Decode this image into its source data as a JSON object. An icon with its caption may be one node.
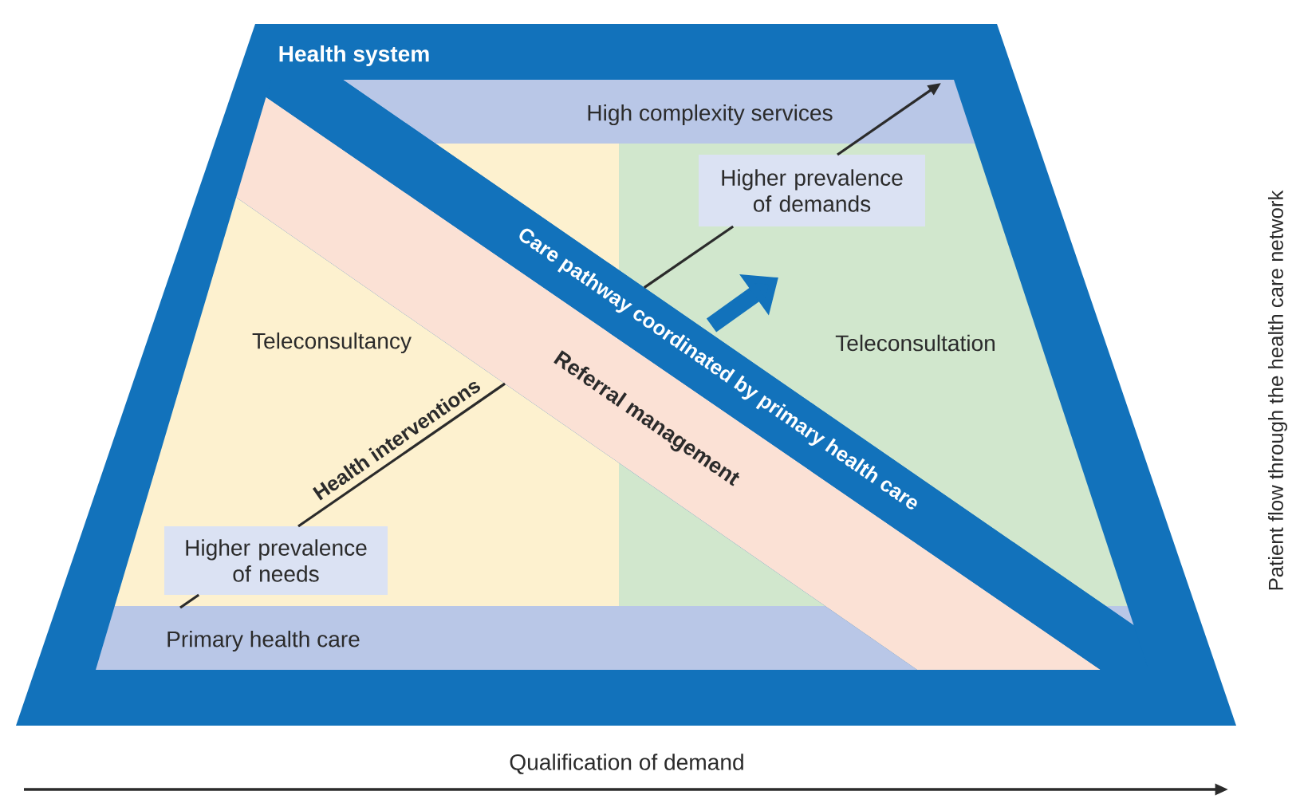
{
  "diagram": {
    "nodes": [
      {
        "text": [
          "Health system"
        ]
      },
      {
        "text": [
          "High complexity services"
        ],
        "in": 0
      },
      {
        "text": [
          "Teleconsultancy"
        ],
        "in": 0
      },
      {
        "text": [
          "Teleconsultation"
        ],
        "in": 0
      },
      {
        "text": [
          "Primary health care"
        ],
        "in": 0
      },
      {
        "text": [
          "Referral management"
        ],
        "in": 0
      },
      {
        "text": [
          "Care pathway coordinated by primary health care"
        ],
        "in": 0
      },
      {
        "text": [
          "Higher prevalence of needs"
        ],
        "in": 0
      },
      {
        "text": [
          "Higher prevalence of demands"
        ],
        "in": 0
      }
    ],
    "edges": [
      {
        "from": 4,
        "to": 7,
        "arrow": "none"
      },
      {
        "from": 7,
        "to": 5,
        "arrow": "none",
        "label": "Health interventions"
      },
      {
        "from": 6,
        "to": 8,
        "arrow": "none"
      },
      {
        "from": 8,
        "to": 1,
        "arrow": "to"
      }
    ],
    "labels": [
      "Qualification of demand",
      "Patient flow through the health care network"
    ]
  }
}
